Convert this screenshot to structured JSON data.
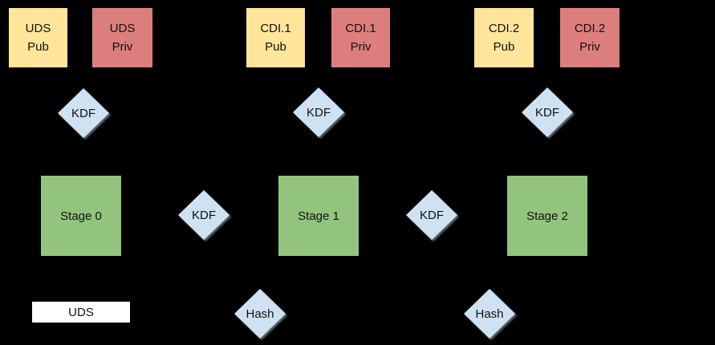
{
  "colors": {
    "background": "#000000",
    "pub_key_fill": "#ffe599",
    "priv_key_fill": "#dd7e7e",
    "stage_fill": "#93c47d",
    "operation_fill": "#cfe2f3",
    "secret_fill": "#ffffff",
    "text": "#111111"
  },
  "key_pairs": [
    {
      "pub": {
        "line1": "UDS",
        "line2": "Pub"
      },
      "priv": {
        "line1": "UDS",
        "line2": "Priv"
      },
      "kdf_label": "KDF"
    },
    {
      "pub": {
        "line1": "CDI.1",
        "line2": "Pub"
      },
      "priv": {
        "line1": "CDI.1",
        "line2": "Priv"
      },
      "kdf_label": "KDF"
    },
    {
      "pub": {
        "line1": "CDI.2",
        "line2": "Pub"
      },
      "priv": {
        "line1": "CDI.2",
        "line2": "Priv"
      },
      "kdf_label": "KDF"
    }
  ],
  "stages": [
    {
      "label": "Stage 0"
    },
    {
      "label": "Stage 1"
    },
    {
      "label": "Stage 2"
    }
  ],
  "stage_kdf_links": [
    {
      "label": "KDF"
    },
    {
      "label": "KDF"
    }
  ],
  "hash_nodes": [
    {
      "label": "Hash"
    },
    {
      "label": "Hash"
    }
  ],
  "secret": {
    "label": "UDS"
  }
}
